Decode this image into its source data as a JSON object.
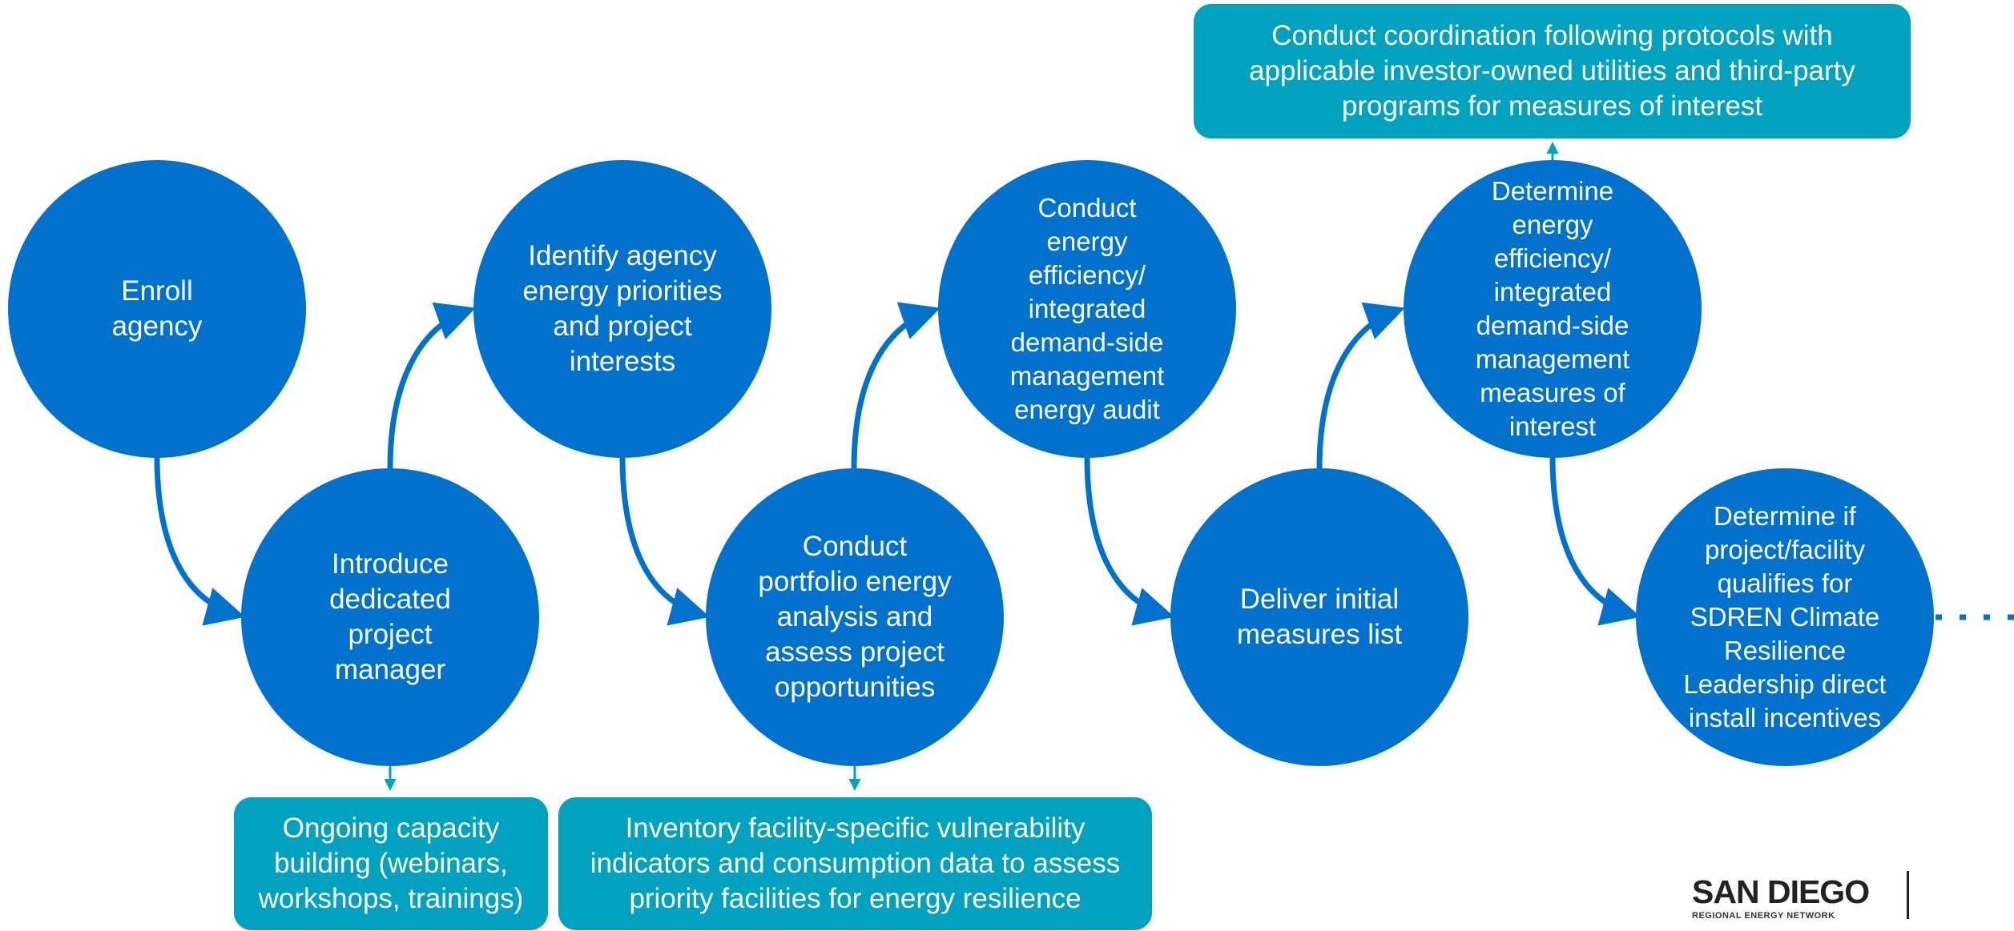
{
  "diagram": {
    "steps": [
      {
        "label": "Enroll\nagency"
      },
      {
        "label": "Introduce\ndedicated\nproject\nmanager"
      },
      {
        "label": "Identify agency\nenergy priorities\nand project\ninterests"
      },
      {
        "label": "Conduct\nportfolio energy\nanalysis and\nassess project\nopportunities"
      },
      {
        "label": "Conduct\nenergy\nefficiency/\nintegrated\ndemand-side\nmanagement\nenergy audit"
      },
      {
        "label": "Deliver initial\nmeasures list"
      },
      {
        "label": "Determine\nenergy\nefficiency/\nintegrated\ndemand-side\nmanagement\nmeasures of\ninterest"
      },
      {
        "label": "Determine if\nproject/facility\nqualifies for\nSDREN Climate\nResilience\nLeadership direct\ninstall incentives"
      }
    ],
    "side_boxes": [
      {
        "label": "Ongoing capacity\nbuilding (webinars,\nworkshops, trainings)"
      },
      {
        "label": "Inventory facility-specific vulnerability\nindicators and consumption data to assess\npriority facilities for energy resilience"
      },
      {
        "label": "Conduct coordination following protocols with\napplicable investor-owned utilities and third-party\nprograms for measures of interest"
      }
    ],
    "colors": {
      "circle": "#0072CE",
      "box": "#00A2BF",
      "text": "#ffffff"
    }
  },
  "logo": {
    "name": "SAN DIEGO",
    "subtitle": "REGIONAL ENERGY NETWORK"
  }
}
